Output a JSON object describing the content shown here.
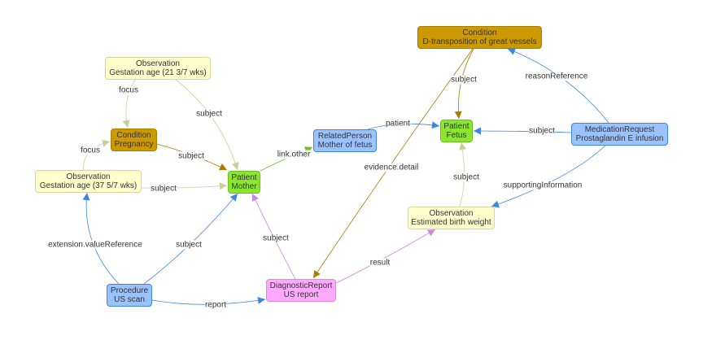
{
  "nodes": {
    "obs_gest_21": {
      "type": "Observation",
      "label": "Gestation age (21 3/7 wks)"
    },
    "cond_pregnancy": {
      "type": "Condition",
      "label": "Pregnancy"
    },
    "obs_gest_37": {
      "type": "Observation",
      "label": "Gestation age (37 5/7 wks)"
    },
    "patient_mother": {
      "type": "Patient",
      "label": "Mother"
    },
    "related_person": {
      "type": "RelatedPerson",
      "label": "Mother of fetus"
    },
    "cond_dtga": {
      "type": "Condition",
      "label": "D-transposition of great vessels"
    },
    "patient_fetus": {
      "type": "Patient",
      "label": "Fetus"
    },
    "med_request": {
      "type": "MedicationRequest",
      "label": "Prostaglandin E infusion"
    },
    "obs_ebw": {
      "type": "Observation",
      "label": "Estimated birth weight"
    },
    "procedure": {
      "type": "Procedure",
      "label": "US scan"
    },
    "diag_report": {
      "type": "DiagnosticReport",
      "label": "US report"
    }
  },
  "edges": [
    {
      "from": "obs_gest_21",
      "to": "cond_pregnancy",
      "label": "focus",
      "color": "#cccc99"
    },
    {
      "from": "obs_gest_21",
      "to": "patient_mother",
      "label": "subject",
      "color": "#cccc99"
    },
    {
      "from": "obs_gest_37",
      "to": "cond_pregnancy",
      "label": "focus",
      "color": "#cccc99"
    },
    {
      "from": "cond_pregnancy",
      "to": "patient_mother",
      "label": "subject",
      "color": "#a87d00"
    },
    {
      "from": "obs_gest_37",
      "to": "patient_mother",
      "label": "subject",
      "color": "#cccc99"
    },
    {
      "from": "patient_mother",
      "to": "related_person",
      "label": "link.other",
      "color": "#6bbf1c"
    },
    {
      "from": "related_person",
      "to": "patient_fetus",
      "label": "patient",
      "color": "#3b86e6"
    },
    {
      "from": "cond_dtga",
      "to": "patient_fetus",
      "label": "subject",
      "color": "#a87d00"
    },
    {
      "from": "cond_dtga",
      "to": "diag_report",
      "label": "evidence.detail",
      "color": "#a87d00"
    },
    {
      "from": "med_request",
      "to": "cond_dtga",
      "label": "reasonReference",
      "color": "#3b86e6"
    },
    {
      "from": "med_request",
      "to": "patient_fetus",
      "label": "subject",
      "color": "#3b86e6"
    },
    {
      "from": "med_request",
      "to": "obs_ebw",
      "label": "supportingInformation",
      "color": "#3b86e6"
    },
    {
      "from": "obs_ebw",
      "to": "patient_fetus",
      "label": "subject",
      "color": "#cccc99"
    },
    {
      "from": "procedure",
      "to": "obs_gest_37",
      "label": "extension.valueReference",
      "color": "#3b86e6"
    },
    {
      "from": "procedure",
      "to": "patient_mother",
      "label": "subject",
      "color": "#3b86e6"
    },
    {
      "from": "diag_report",
      "to": "patient_mother",
      "label": "subject",
      "color": "#cc88dd"
    },
    {
      "from": "diag_report",
      "to": "obs_ebw",
      "label": "result",
      "color": "#cc88dd"
    },
    {
      "from": "procedure",
      "to": "diag_report",
      "label": "report",
      "color": "#3b86e6"
    }
  ]
}
